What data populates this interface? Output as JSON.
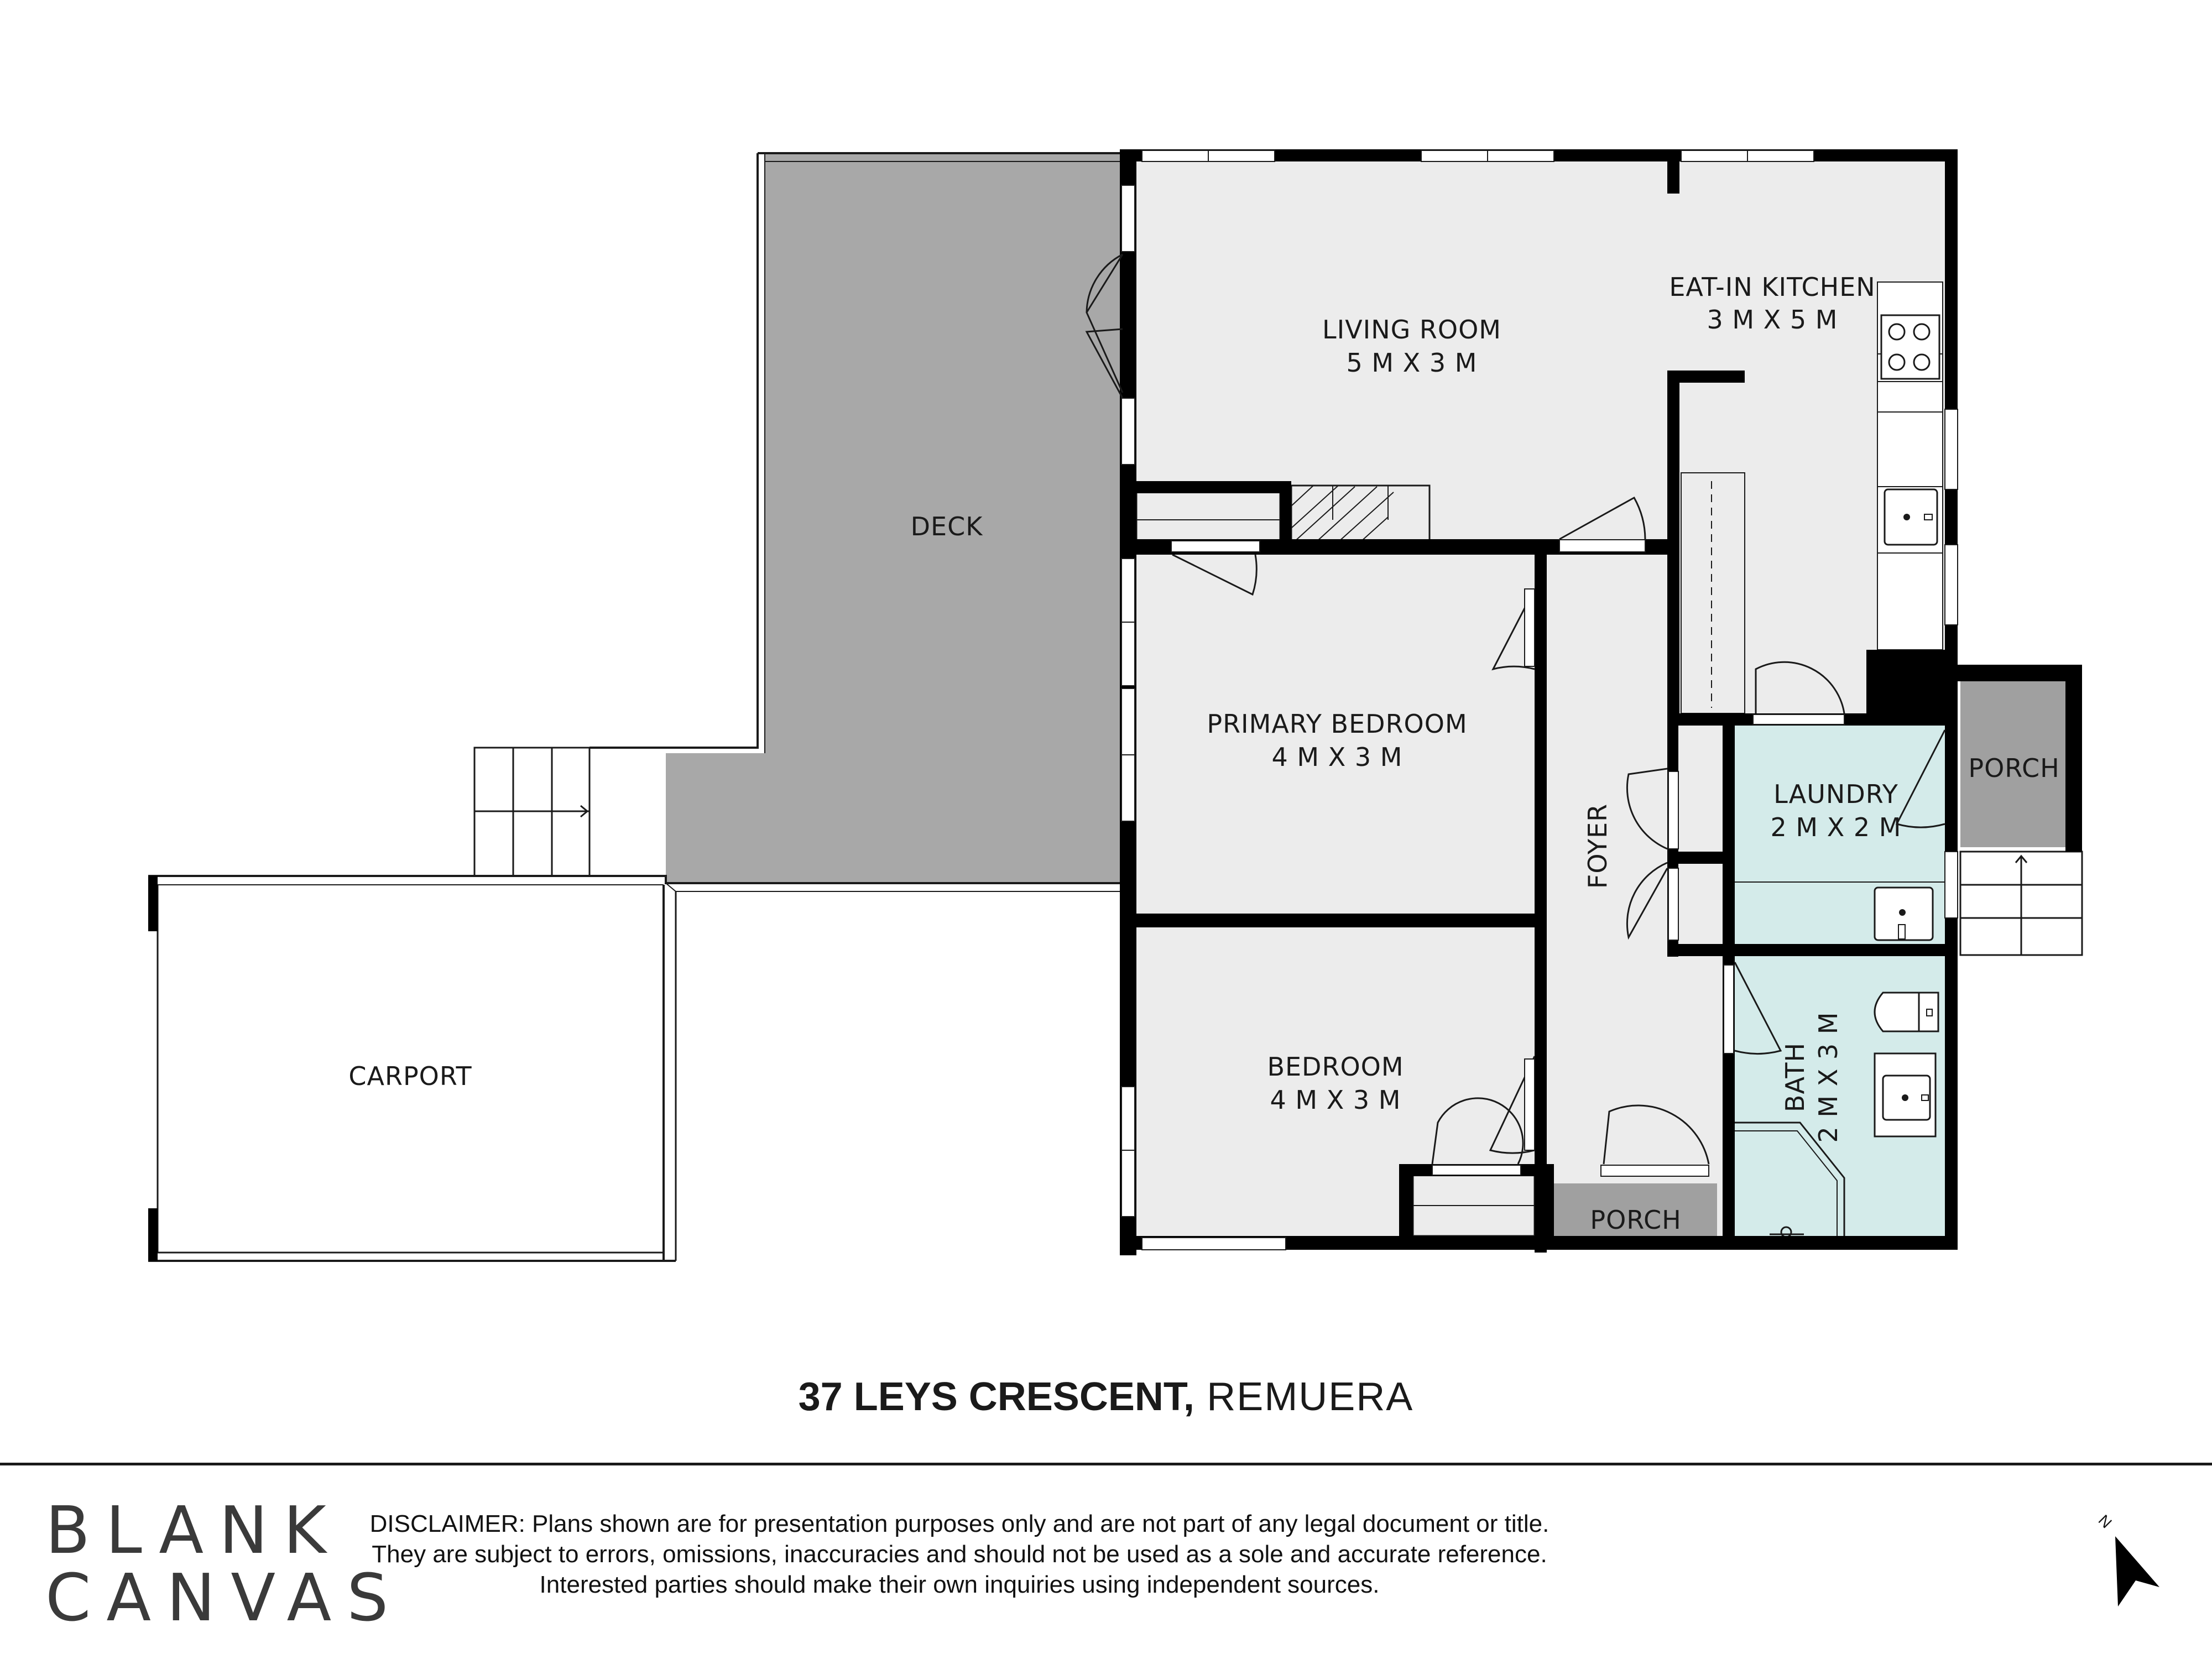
{
  "rooms": {
    "living_room": {
      "name": "LIVING ROOM",
      "size": "5 M X 3 M"
    },
    "kitchen": {
      "name": "EAT-IN KITCHEN",
      "size": "3 M X 5 M"
    },
    "deck": {
      "name": "DECK"
    },
    "primary_bedroom": {
      "name": "PRIMARY BEDROOM",
      "size": "4 M X 3 M"
    },
    "foyer": {
      "name": "FOYER"
    },
    "laundry": {
      "name": "LAUNDRY",
      "size": "2 M X 2 M"
    },
    "porch_east": {
      "name": "PORCH"
    },
    "carport": {
      "name": "CARPORT"
    },
    "bedroom": {
      "name": "BEDROOM",
      "size": "4 M X 3 M"
    },
    "bath": {
      "name": "BATH",
      "size": "2 M X 3 M"
    },
    "porch_south": {
      "name": "PORCH"
    }
  },
  "address": {
    "street": "37 LEYS CRESCENT,",
    "suburb": "REMUERA"
  },
  "logo": {
    "line1": "BLANK",
    "line2": "CANVAS"
  },
  "disclaimer": {
    "line1": "DISCLAIMER: Plans shown are for presentation purposes only and are not part of any legal document or title.",
    "line2": "They are subject to errors, omissions, inaccuracies and should not be used as a sole and accurate reference.",
    "line3": "Interested parties should make their own inquiries using independent sources."
  },
  "north": {
    "label": "N"
  },
  "colors": {
    "wall": "#000000",
    "floor": "#ececec",
    "deck": "#a8a8a8",
    "porch": "#a0a0a0",
    "wet_area": "#d4ebea",
    "outline": "#1a1a1a"
  }
}
